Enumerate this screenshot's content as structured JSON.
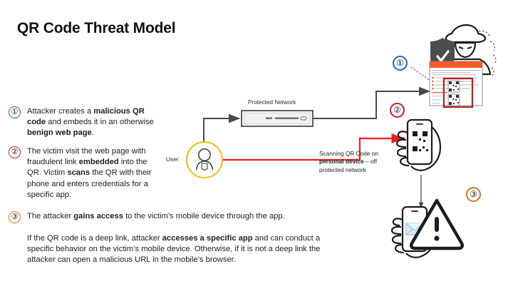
{
  "title": "QR Code Threat Model",
  "steps": [
    {
      "number": "①",
      "color": "#1668c9",
      "name": "step-1",
      "html": "Attacker creates a <b>malicious QR code</b> and embeds it in an otherwise <b>benign web page</b>.",
      "plain": "Attacker creates a malicious QR code and embeds it in an otherwise benign web page."
    },
    {
      "number": "②",
      "color": "#cc1c1c",
      "name": "step-2",
      "html": "The victim visit the web page with fraudulent link <b>embedded</b> into the QR. Victim <b>scans</b> the QR with their phone and enters credentials for a specific app.",
      "plain": "The victim visit the web page with fraudulent link embedded into the QR. Victim scans the QR with their phone and enters credentials for a specific app."
    },
    {
      "number": "③",
      "color": "#c77d1b",
      "name": "step-3",
      "html": "The attacker <b>gains access</b> to the victim’s mobile device through the app.",
      "plain": "The attacker gains access to the victim’s mobile device through the app."
    }
  ],
  "closing_paragraph": {
    "html": "If the QR code is a deep link, attacker <b>accesses a specific app</b> and can conduct a specific behavior on the victim’s mobile device. Otherwise, if it is not a deep link the attacker can open a malicious URL in the mobile’s browser.",
    "plain": "If the QR code is a deep link, attacker accesses a specific app and can conduct a specific behavior on the victim’s mobile device. Otherwise, if it is not a deep link the attacker can open a malicious URL in the mobile’s browser."
  },
  "diagram": {
    "user_label": "User",
    "network_label": "Protected Network",
    "scan_note": {
      "html": "Scanning QR Code on <b>personal device</b> – off protected network",
      "plain": "Scanning QR Code on personal device – off protected network"
    },
    "markers": [
      {
        "number": "①",
        "color": "#1668c9",
        "name": "diagram-marker-1"
      },
      {
        "number": "②",
        "color": "#cc1c1c",
        "name": "diagram-marker-2"
      },
      {
        "number": "③",
        "color": "#c77d1b",
        "name": "diagram-marker-3"
      }
    ],
    "icons": {
      "attacker": "hacker-silhouette-icon",
      "shield": "shield-check-icon",
      "webpage": "web-page-with-qr-icon",
      "phone_scanning": "hand-holding-phone-qr-icon",
      "phone_compromised": "hand-holding-phone-mail-icon",
      "warning": "warning-triangle-icon",
      "network": "network-switch-icon",
      "user": "user-avatar-icon"
    }
  },
  "colors": {
    "attack_path": "#f41b1b",
    "normal_path": "#4a4a4a",
    "user_accent": "#f5bd0c",
    "webpage_header": "#f15a29",
    "text": "#1d1d1d"
  }
}
